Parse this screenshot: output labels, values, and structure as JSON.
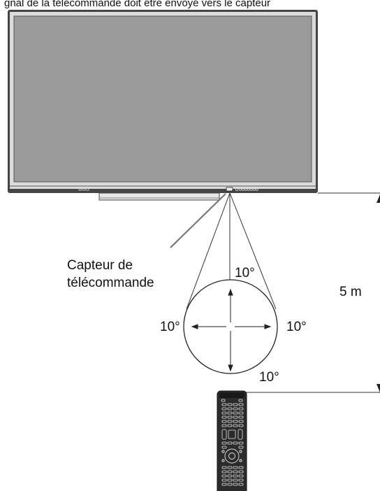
{
  "header_fragment": "gnal de la télécommande doit être envoyé vers le capteur",
  "sensor_label": {
    "line1": "Capteur de",
    "line2": "télécommande"
  },
  "angles": {
    "top": "10°",
    "left": "10°",
    "right": "10°",
    "bottom": "10°"
  },
  "distance": "5 m",
  "colors": {
    "screen": "#9b9b9b",
    "bezel": "#3a3a3a",
    "line": "#333333",
    "remote": "#2b2b2b"
  },
  "icons": {
    "display": "interactive-display-icon",
    "remote": "remote-control-icon"
  }
}
